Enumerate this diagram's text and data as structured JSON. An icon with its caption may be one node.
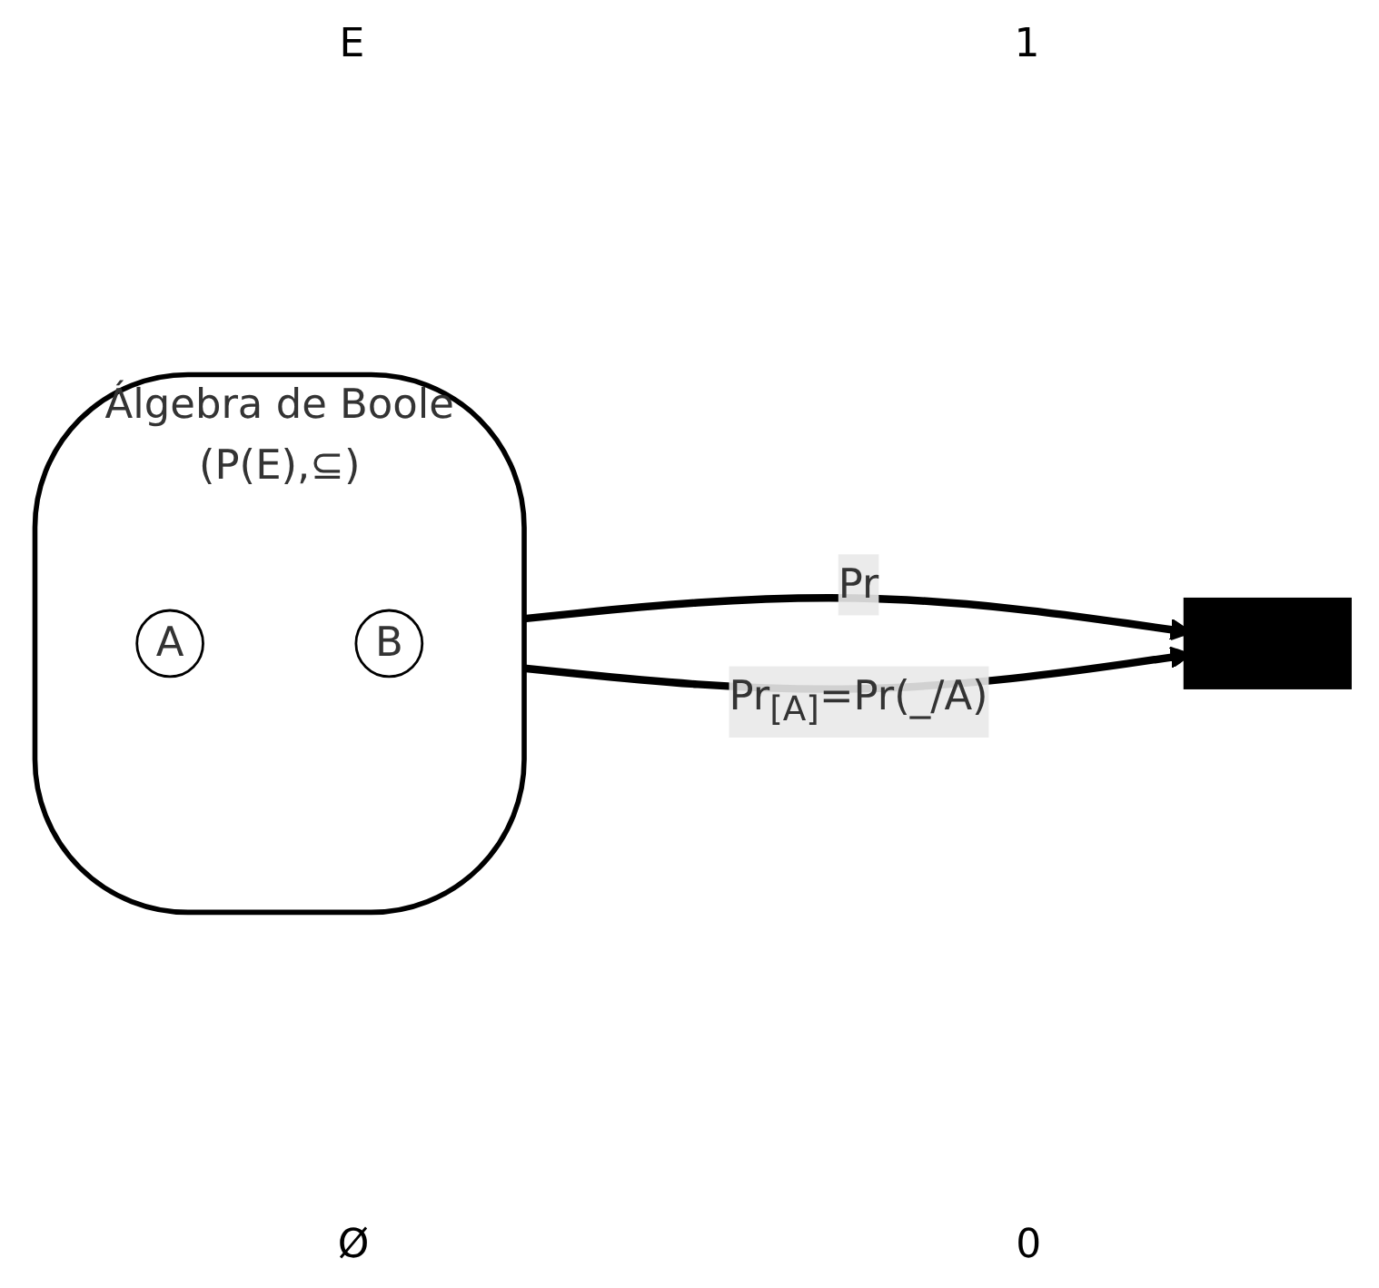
{
  "diagram": {
    "nodes": [
      {
        "text": [
          "Álgebra de Boole",
          "(P(E),⊆)"
        ]
      },
      {
        "text": [
          "A"
        ],
        "in": 0
      },
      {
        "text": [
          "B"
        ],
        "in": 0
      },
      {
        "text": [],
        "shape": "bar"
      }
    ],
    "edges": [
      {
        "from": 0,
        "to": 3,
        "arrow": "to",
        "label": "Pr"
      },
      {
        "from": 0,
        "to": 3,
        "arrow": "to",
        "label": "Pr$_{[A]}$=Pr(_/A)"
      }
    ],
    "labels": [
      "E",
      "1",
      "Ø",
      "0"
    ]
  }
}
